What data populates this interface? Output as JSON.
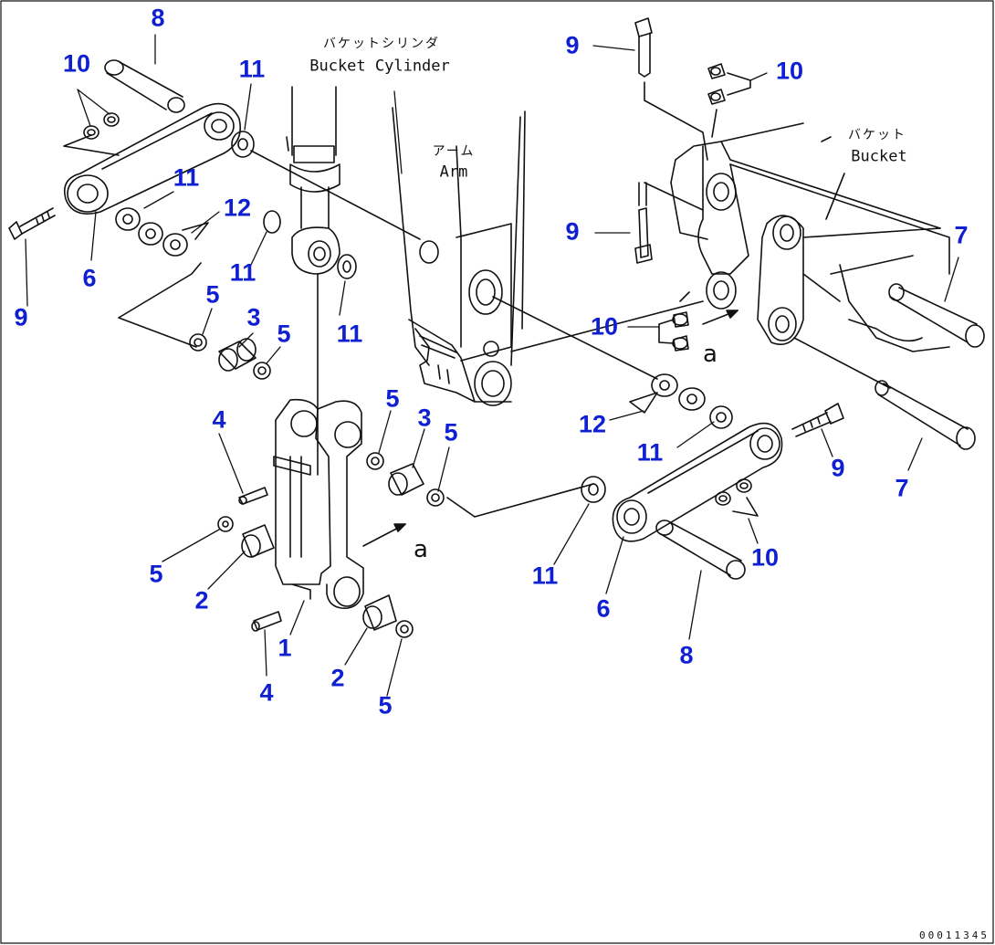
{
  "colors": {
    "callout": "#0f1fd2",
    "line": "#111111",
    "background": "#ffffff"
  },
  "captions": {
    "bucket_cylinder_jp": "バケットシリンダ",
    "bucket_cylinder_en": "Bucket Cylinder",
    "arm_jp": "アーム",
    "arm_en": "Arm",
    "bucket_jp": "バケット",
    "bucket_en": "Bucket",
    "view_mark": "a"
  },
  "callouts": {
    "left_link": "6",
    "left_pin": "8",
    "left_nuts": "10",
    "left_bolt": "9",
    "left_washer_top": "11",
    "left_washer_mid": "11",
    "left_shims": "12",
    "cyl_washer_upper": "11",
    "cyl_washer_lower": "11",
    "upper_seal_left": "5",
    "upper_bushing_left": "3",
    "upper_seal_left_inner": "5",
    "upper_seal_right": "5",
    "upper_bushing_right": "3",
    "upper_seal_right_outer": "5",
    "grease_upper": "4",
    "lower_seal_left": "5",
    "lower_bushing_left": "2",
    "link_assembly": "1",
    "grease_lower": "4",
    "lower_bushing_right": "2",
    "lower_seal_right": "5",
    "right_washer_bottom": "11",
    "right_bolt_top": "9",
    "right_nuts_top": "10",
    "right_bolt_mid": "9",
    "right_nuts_mid": "10",
    "bucket_pin_upper": "7",
    "bucket_pin_lower": "7",
    "right_shims": "12",
    "right_washer": "11",
    "right_bolt_link": "9",
    "right_nuts_link": "10",
    "right_link": "6",
    "right_pin": "8"
  },
  "drawing_code": "00011345"
}
